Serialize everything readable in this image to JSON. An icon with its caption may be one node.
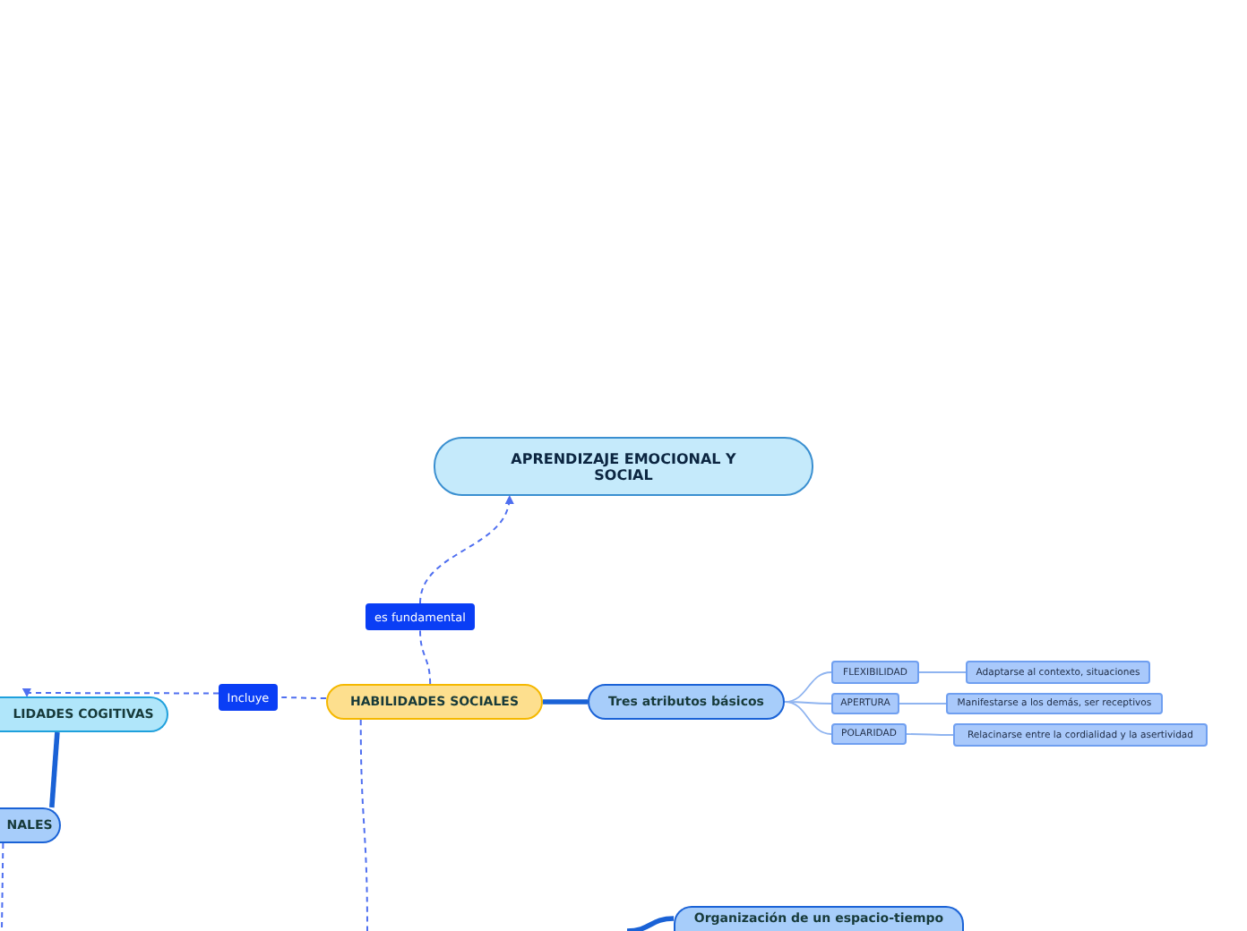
{
  "diagram": {
    "nodes": [
      {
        "text": [
          "APRENDIZAJE EMOCIONAL Y SOCIAL"
        ]
      },
      {
        "text": [
          "es fundamental"
        ]
      },
      {
        "text": [
          "HABILIDADES SOCIALES"
        ]
      },
      {
        "text": [
          "Incluye"
        ]
      },
      {
        "text": [
          "LIDADES COGITIVAS"
        ]
      },
      {
        "text": [
          "NALES"
        ]
      },
      {
        "text": [
          "Tres atributos básicos"
        ]
      },
      {
        "text": [
          "FLEXIBILIDAD"
        ]
      },
      {
        "text": [
          "APERTURA"
        ]
      },
      {
        "text": [
          "POLARIDAD"
        ]
      },
      {
        "text": [
          "Adaptarse al contexto, situaciones"
        ]
      },
      {
        "text": [
          "Manifestarse a los demás, ser receptivos"
        ]
      },
      {
        "text": [
          "Relacinarse entre la cordialidad y la asertividad"
        ]
      },
      {
        "text": [
          "Organización de un espacio-tiempo"
        ]
      }
    ],
    "edges": [
      {
        "from": 2,
        "to": 1,
        "arrow": "none",
        "style": "dashed",
        "color": "#4f6ff0"
      },
      {
        "from": 1,
        "to": 0,
        "arrow": "to",
        "style": "dashed",
        "color": "#4f6ff0"
      },
      {
        "from": 2,
        "to": 3,
        "arrow": "none",
        "style": "dashed",
        "color": "#4f6ff0"
      },
      {
        "from": 3,
        "to": 4,
        "arrow": "to",
        "style": "dashed",
        "color": "#4f6ff0"
      },
      {
        "from": 4,
        "to": 5,
        "arrow": "none",
        "style": "thick",
        "color": "#1a62d6"
      },
      {
        "from": 5,
        "to": null,
        "arrow": "none",
        "style": "dashed",
        "color": "#4f6ff0"
      },
      {
        "from": 2,
        "to": 6,
        "arrow": "none",
        "style": "thick",
        "color": "#1a62d6"
      },
      {
        "from": 6,
        "to": 7,
        "arrow": "none"
      },
      {
        "from": 6,
        "to": 8,
        "arrow": "none"
      },
      {
        "from": 6,
        "to": 9,
        "arrow": "none"
      },
      {
        "from": 7,
        "to": 10,
        "arrow": "none"
      },
      {
        "from": 8,
        "to": 11,
        "arrow": "none"
      },
      {
        "from": 9,
        "to": 12,
        "arrow": "none"
      },
      {
        "from": 2,
        "to": null,
        "arrow": "none",
        "style": "dashed",
        "color": "#4f6ff0"
      },
      {
        "from": null,
        "to": 13,
        "arrow": "none",
        "style": "thick",
        "color": "#1a62d6"
      }
    ]
  }
}
